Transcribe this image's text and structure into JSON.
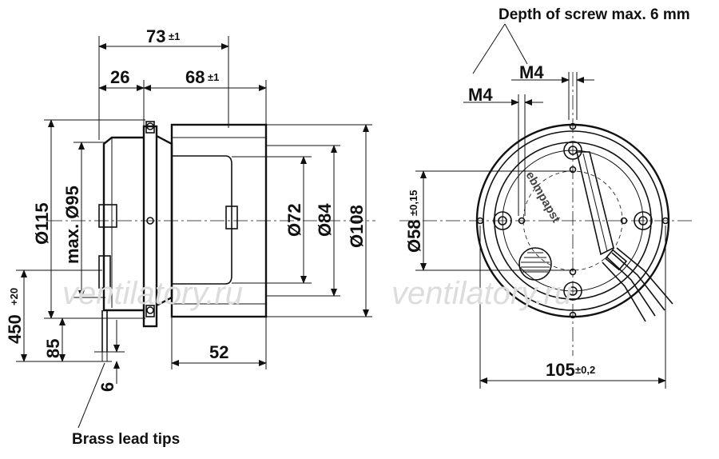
{
  "watermark": "ventilatory.ru",
  "side_view": {
    "dim_overall_length": "73",
    "dim_overall_length_tol": "±1",
    "dim_front_depth": "26",
    "dim_body_length": "68",
    "dim_body_length_tol": "±1",
    "dim_diameter_115": "Ø115",
    "dim_diameter_max95": "max. Ø95",
    "dim_diameter_72": "Ø72",
    "dim_diameter_84": "Ø84",
    "dim_diameter_108": "Ø108",
    "dim_lead_length": "450",
    "dim_lead_length_tol": "+20",
    "dim_lead_85": "85",
    "dim_lead_6": "6",
    "dim_width_52": "52",
    "note_brass": "Brass lead tips"
  },
  "front_view": {
    "note_screw": "Depth of screw max. 6 mm",
    "label_m4_upper": "M4",
    "label_m4_lower": "M4",
    "dim_diameter_58": "Ø58",
    "dim_diameter_58_tol": "±0,15",
    "dim_width_105": "105",
    "dim_width_105_tol": "±0,2",
    "embossed_text": "ebmpapst"
  }
}
